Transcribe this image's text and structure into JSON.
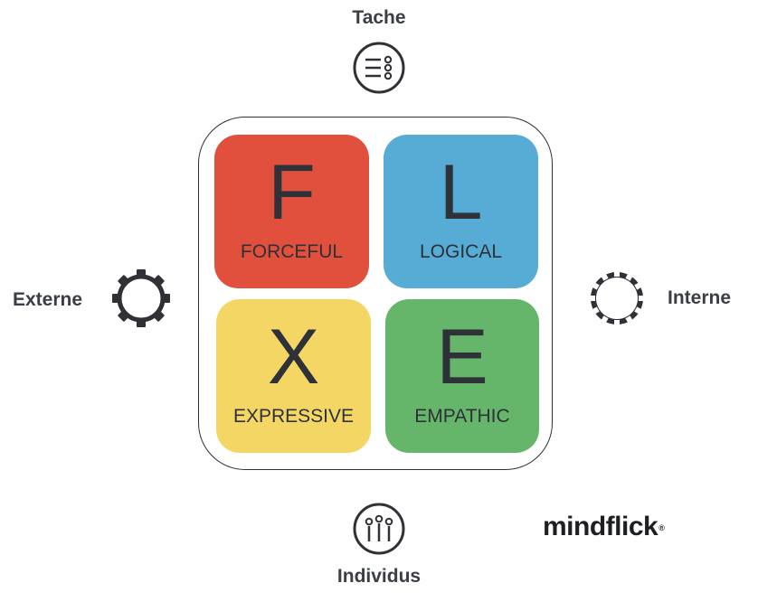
{
  "axes": {
    "top": {
      "label": "Tache",
      "icon": "task-list-icon"
    },
    "bottom": {
      "label": "Individus",
      "icon": "people-icon"
    },
    "left": {
      "label": "Externe",
      "icon": "external-gear-icon"
    },
    "right": {
      "label": "Interne",
      "icon": "internal-gear-icon"
    }
  },
  "quadrants": [
    {
      "letter": "F",
      "word": "FORCEFUL",
      "color": "#e0503c"
    },
    {
      "letter": "L",
      "word": "LOGICAL",
      "color": "#56acd4"
    },
    {
      "letter": "X",
      "word": "EXPRESSIVE",
      "color": "#f3d664"
    },
    {
      "letter": "E",
      "word": "EMPATHIC",
      "color": "#65b66b"
    }
  ],
  "logo": {
    "text": "mindflick",
    "mark": "®"
  }
}
